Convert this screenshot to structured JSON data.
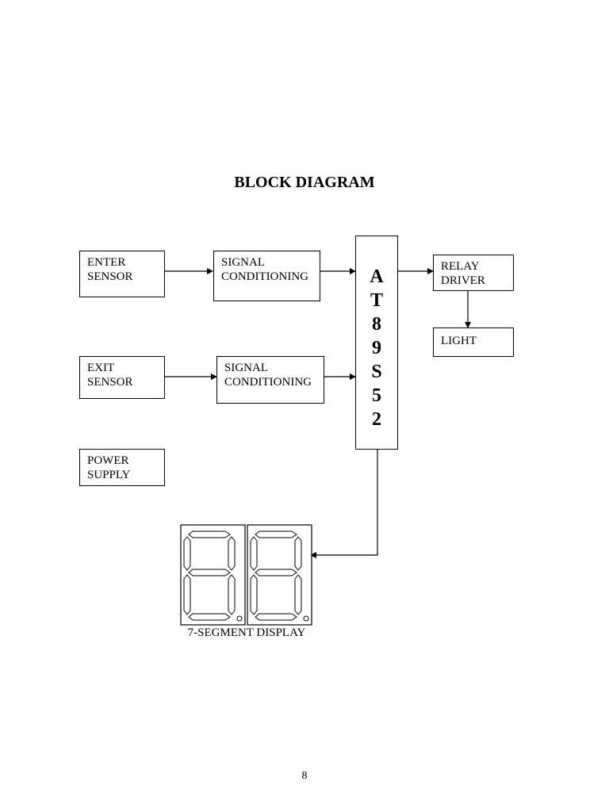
{
  "title": "BLOCK DIAGRAM",
  "blocks": {
    "enter_sensor": "ENTER\nSENSOR",
    "signal_conditioning_1": "SIGNAL\nCONDITIONING",
    "exit_sensor": "EXIT\nSENSOR",
    "signal_conditioning_2": "SIGNAL\nCONDITIONING",
    "power_supply": "POWER\nSUPPLY",
    "microcontroller": "A\nT\n8\n9\nS\n5\n2",
    "relay_driver": "RELAY\nDRIVER",
    "light": "LIGHT"
  },
  "display_caption": "7-SEGMENT DISPLAY",
  "page_number": "8"
}
